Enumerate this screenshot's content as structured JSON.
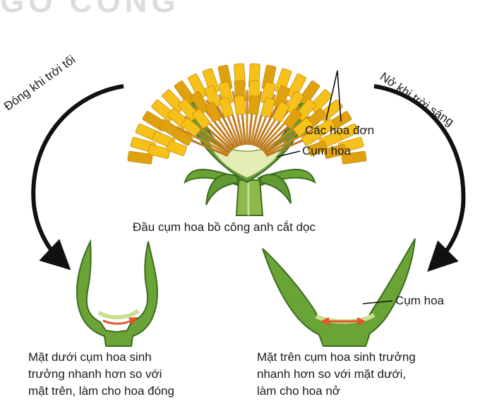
{
  "watermark": "GÓ CÔNG",
  "labels": {
    "close_arrow": "Đóng khi trời tối",
    "open_arrow": "Nở khi trời sáng",
    "single_flowers": "Các hoa đơn",
    "inflorescence_top": "Cụm hoa",
    "head_caption": "Đầu cụm hoa bồ công anh cắt dọc",
    "inflorescence_right": "Cụm hoa"
  },
  "captions": {
    "closed": "Mặt dưới cụm hoa sinh\ntrưởng nhanh hơn so với\nmặt trên, làm cho hoa đóng",
    "open": "Mặt trên cụm hoa sinh trưởng\nnhanh hơn so với mặt dưới,\nlàm cho hoa nở"
  },
  "colors": {
    "petal": "#f6c21a",
    "petal_dark": "#e0a10f",
    "stamen": "#c9871e",
    "receptacle": "#e4edb4",
    "green": "#5f9a32",
    "green_dark": "#3c6d1f",
    "green_light": "#9cc85a",
    "growth_arrow": "#e2562a"
  }
}
